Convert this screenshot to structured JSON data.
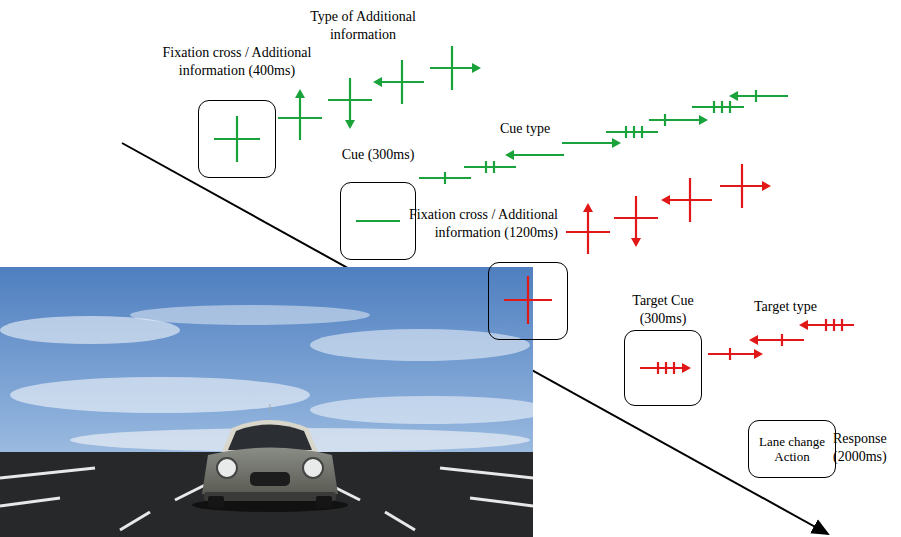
{
  "diagram": {
    "nodes": [
      {
        "text": [
          "Fixation cross / Additional information (400ms)"
        ]
      },
      {
        "text": [
          "Cue (300ms)"
        ]
      },
      {
        "text": [
          "Fixation cross / Additional information (1200ms)"
        ]
      },
      {
        "text": [
          "Target Cue (300ms)"
        ]
      },
      {
        "text": [
          "Lane change Action",
          "Response (2000ms)"
        ]
      }
    ],
    "labels": [
      "Type of Additional information",
      "Cue type",
      "Target type"
    ]
  }
}
